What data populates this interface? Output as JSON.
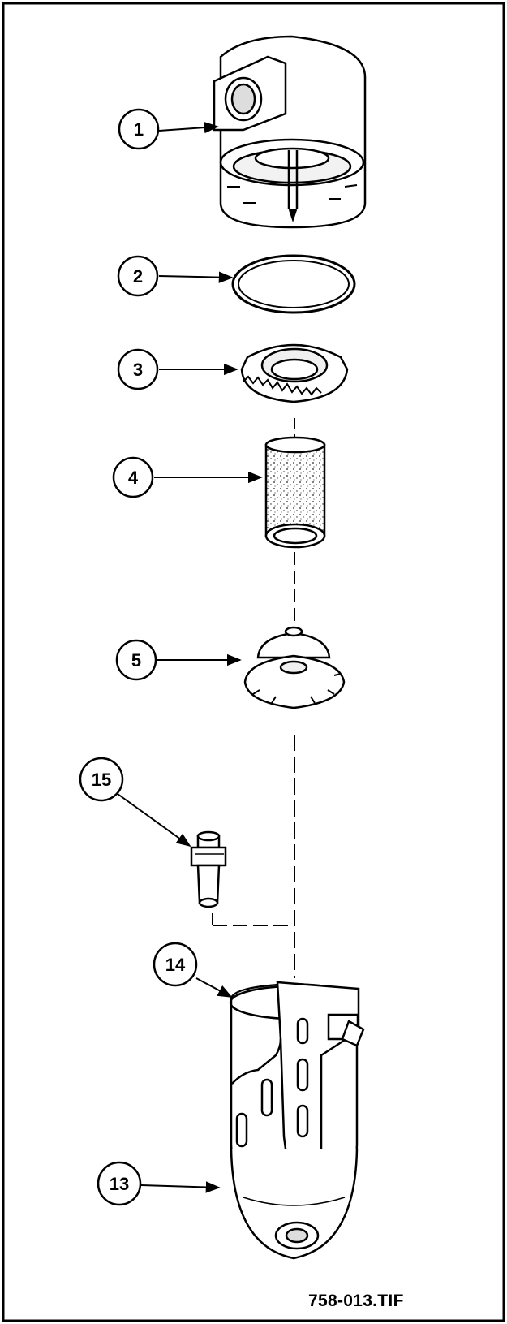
{
  "callouts": [
    {
      "id": "1",
      "label": "1"
    },
    {
      "id": "2",
      "label": "2"
    },
    {
      "id": "3",
      "label": "3"
    },
    {
      "id": "4",
      "label": "4"
    },
    {
      "id": "5",
      "label": "5"
    },
    {
      "id": "15",
      "label": "15"
    },
    {
      "id": "14",
      "label": "14"
    },
    {
      "id": "13",
      "label": "13"
    }
  ],
  "caption": "758-013.TIF"
}
